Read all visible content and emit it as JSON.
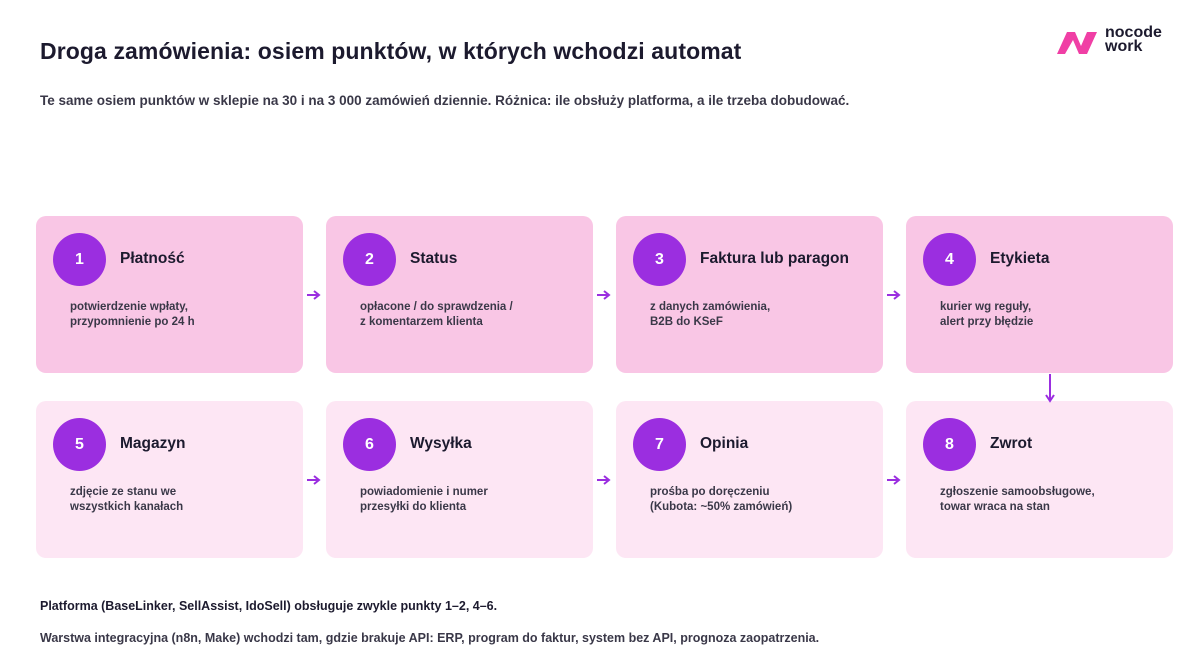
{
  "header": {
    "title": "Droga zamówienia: osiem punktów, w których wchodzi automat",
    "subtitle": "Te same osiem punktów w sklepie na 30 i na 3 000 zamówień dziennie. Różnica: ile obsłuży platforma, a ile trzeba dobudować."
  },
  "logo": {
    "line1": "nocode",
    "line2": "work",
    "color": "#f03fa5"
  },
  "colors": {
    "accent": "#9b2ee0",
    "row1_bg": "#f9c6e5",
    "row2_bg": "#fde6f4"
  },
  "steps": [
    {
      "number": "1",
      "title": "Płatność",
      "desc": [
        "potwierdzenie wpłaty,",
        "przypomnienie po 24 h"
      ]
    },
    {
      "number": "2",
      "title": "Status",
      "desc": [
        "opłacone / do sprawdzenia /",
        "z komentarzem klienta"
      ]
    },
    {
      "number": "3",
      "title": "Faktura lub paragon",
      "desc": [
        "z danych zamówienia,",
        "B2B do KSeF"
      ]
    },
    {
      "number": "4",
      "title": "Etykieta",
      "desc": [
        "kurier wg reguły,",
        "alert przy błędzie"
      ]
    },
    {
      "number": "5",
      "title": "Magazyn",
      "desc": [
        "zdjęcie ze stanu we",
        "wszystkich kanałach"
      ]
    },
    {
      "number": "6",
      "title": "Wysyłka",
      "desc": [
        "powiadomienie i numer",
        "przesyłki do klienta"
      ]
    },
    {
      "number": "7",
      "title": "Opinia",
      "desc": [
        "prośba po doręczeniu",
        "(Kubota: ~50% zamówień)"
      ]
    },
    {
      "number": "8",
      "title": "Zwrot",
      "desc": [
        "zgłoszenie samoobsługowe,",
        "towar wraca na stan"
      ]
    }
  ],
  "footer": {
    "note1": "Platforma (BaseLinker, SellAssist, IdoSell) obsługuje zwykle punkty 1–2, 4–6.",
    "note2": "Warstwa integracyjna (n8n, Make) wchodzi tam, gdzie brakuje API: ERP, program do faktur, system bez API, prognoza zaopatrzenia."
  }
}
